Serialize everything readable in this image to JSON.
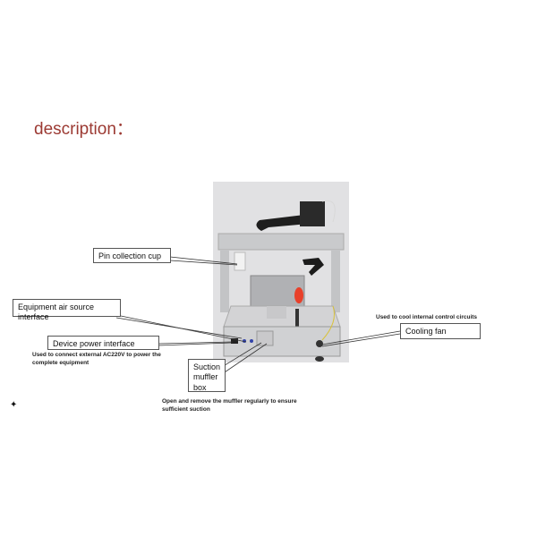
{
  "title": "description：",
  "callouts": {
    "pin_cup": "Pin collection cup",
    "air_source": "Equipment air source interface",
    "power": "Device power interface",
    "muffler": "Suction muffler box",
    "fan": "Cooling fan"
  },
  "notes": {
    "power": "Used to connect external AC220V to power the complete equipment",
    "muffler": "Open and remove the muffler regularly to ensure sufficient suction",
    "fan": "Used to cool internal control circuits"
  },
  "colors": {
    "title": "#9c3a33",
    "nozzle": "#e8402a"
  }
}
